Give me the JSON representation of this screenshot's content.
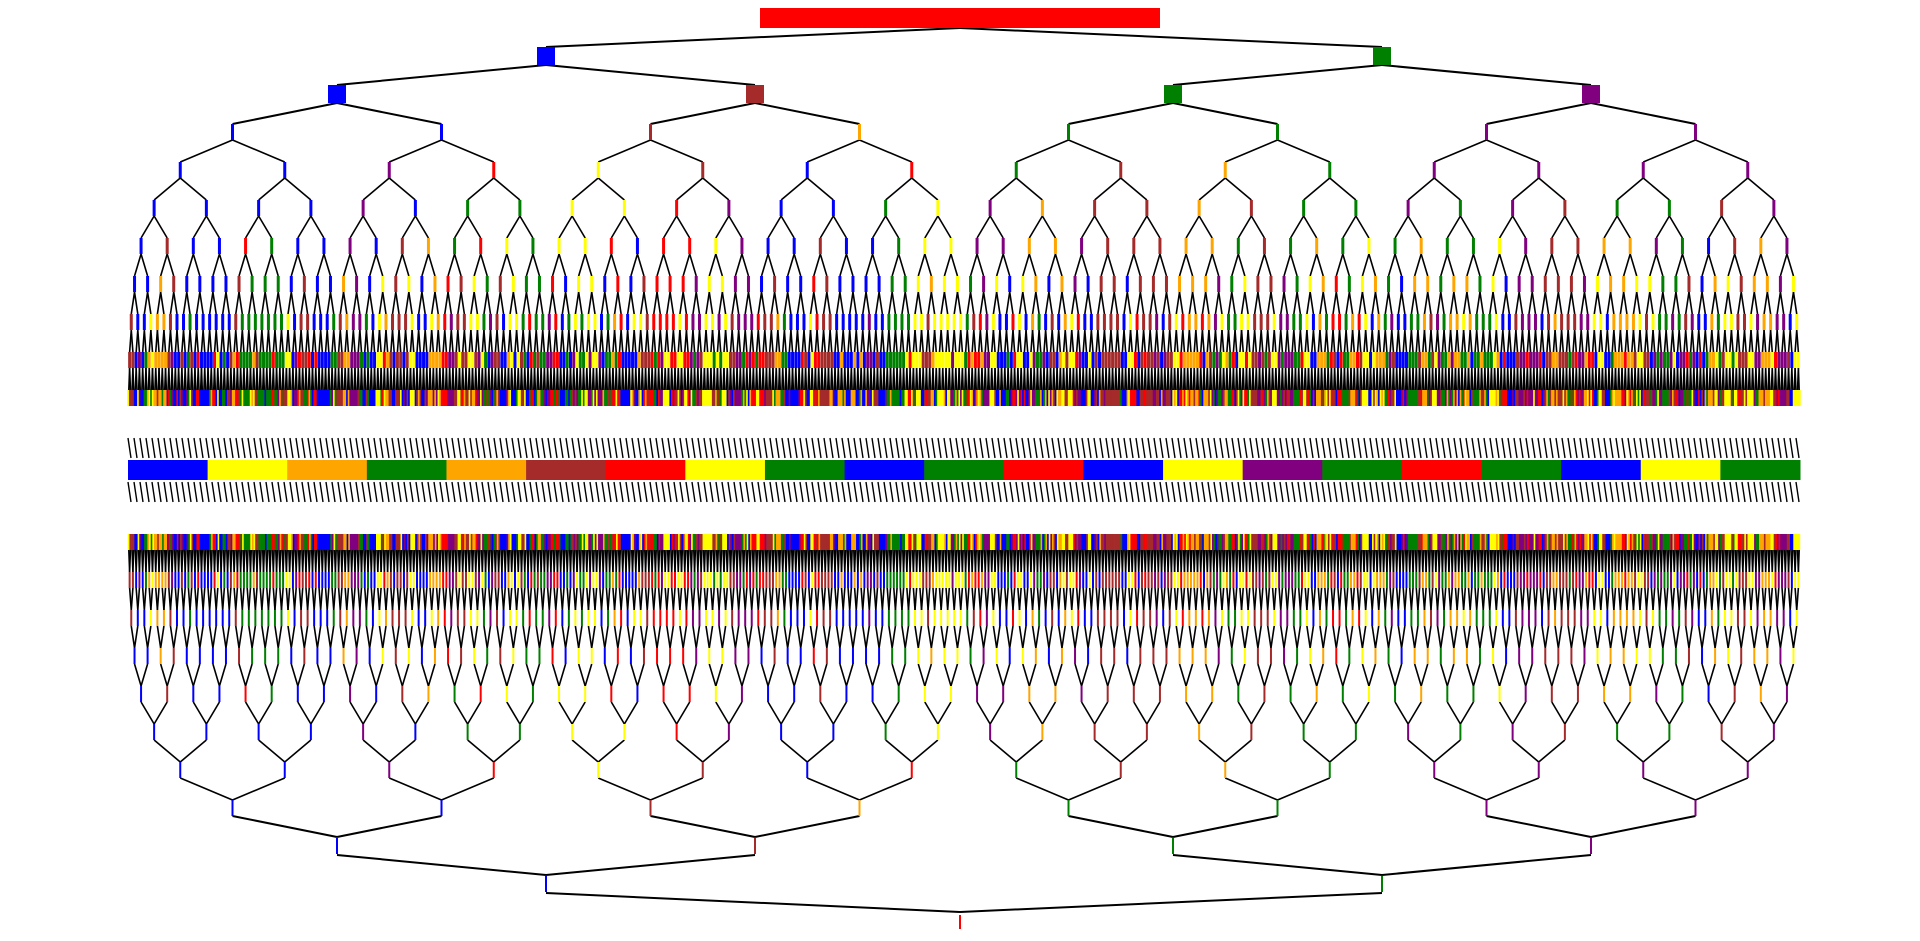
{
  "diagram": {
    "type": "mirrored-binary-tree",
    "description_text": "",
    "palette": {
      "red": "#ff0000",
      "blue": "#0000ff",
      "green": "#008000",
      "brown": "#a52a2a",
      "purple": "#800080",
      "orange": "#ffa500",
      "yellow": "#ffff00",
      "edge": "#000000",
      "background": "#ffffff"
    },
    "levels": 10,
    "root_color": "red",
    "level1_colors": [
      "blue",
      "green"
    ],
    "level2_colors": [
      "blue",
      "brown",
      "green",
      "purple"
    ],
    "middle_band_colors": [
      "blue",
      "yellow",
      "orange",
      "green",
      "orange",
      "brown",
      "red",
      "yellow",
      "green",
      "blue",
      "green",
      "red",
      "blue",
      "yellow",
      "purple",
      "green",
      "red",
      "green",
      "blue",
      "yellow",
      "green"
    ],
    "mirrored": true
  }
}
